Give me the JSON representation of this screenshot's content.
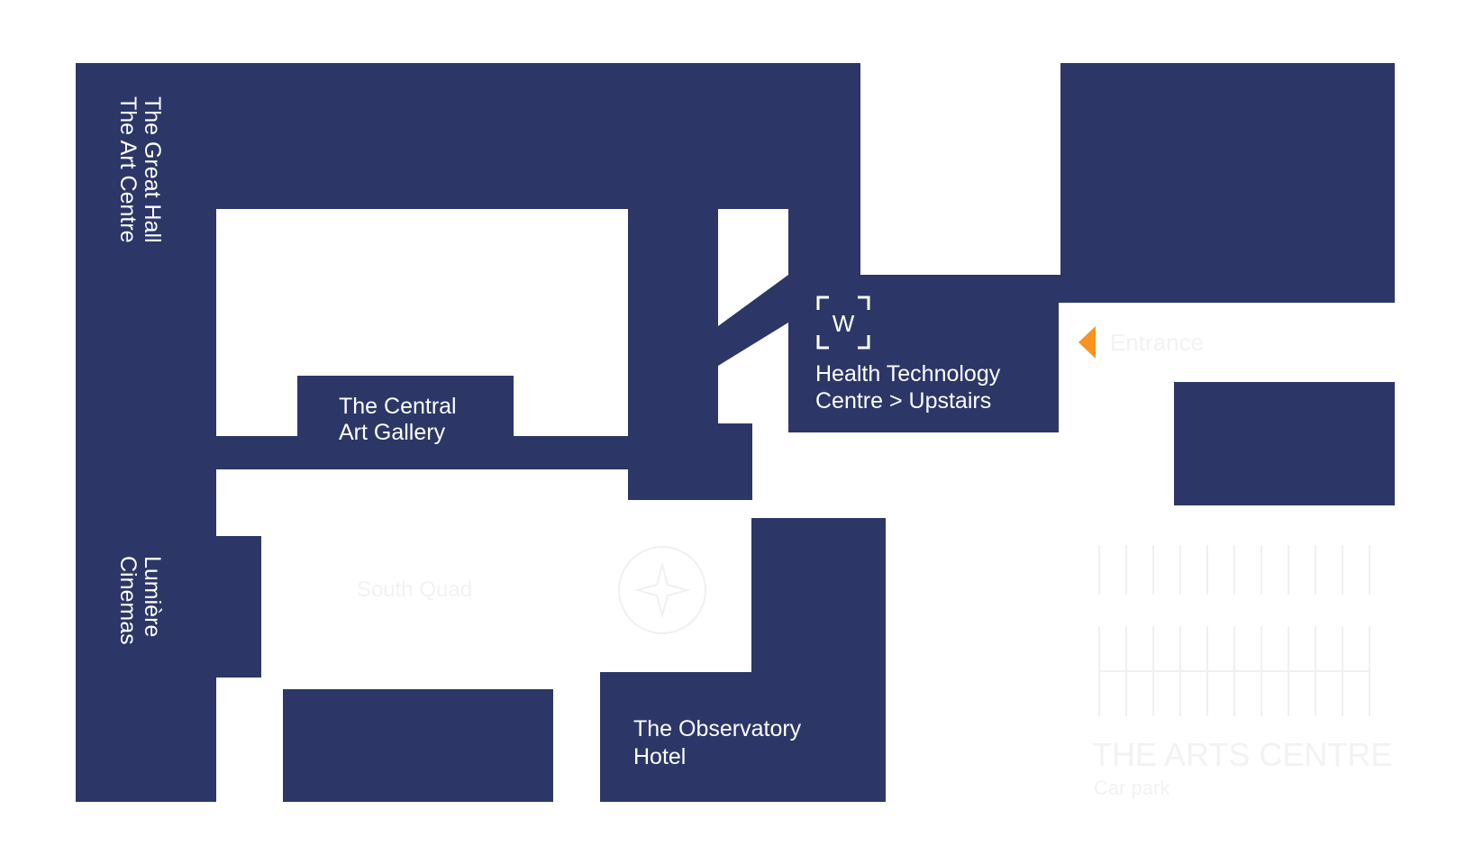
{
  "colors": {
    "building": "#2c3768",
    "background": "#ffffff",
    "label": "#ffffff",
    "entrance_marker": "#f7931e",
    "faint": "#efeff2"
  },
  "labels": {
    "great_hall_line1": "The Great Hall",
    "great_hall_line2": "The Art Centre",
    "central_gallery_line1": "The Central",
    "central_gallery_line2": "Art Gallery",
    "lumiere_line1": "Lumière",
    "lumiere_line2": "Cinemas",
    "health_tech_line1": "Health Technology",
    "health_tech_line2": "Centre > Upstairs",
    "observatory_line1": "The Observatory",
    "observatory_line2": "Hotel",
    "south_quad": "South Quad",
    "entrance": "Entrance",
    "arts_centre": "THE ARTS CENTRE",
    "car_park": "Car park",
    "logo_letter": "W"
  },
  "icons": {
    "entrance_marker": "entrance-arrow-icon",
    "logo": "w-logo-icon",
    "compass": "compass-star-icon"
  }
}
